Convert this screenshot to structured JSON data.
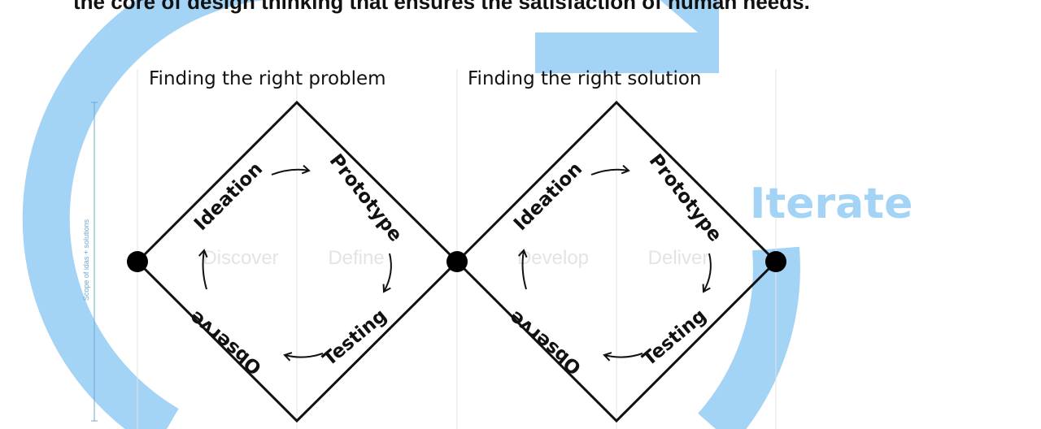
{
  "heading": "the core of design thinking that ensures the satisfaction of human needs.",
  "scope_label": "Scope of idas + solutions",
  "iterate_label": "Iterate",
  "colors": {
    "loop": "#a3d3f5",
    "iterate": "#a3d3f5",
    "ink": "#111111",
    "phase": "#e4e4e4",
    "divider": "#e3e3e3",
    "scope": "#6ea8d6"
  },
  "diamonds": [
    {
      "title": "Finding the right problem",
      "phases": [
        "Discover",
        "Define"
      ],
      "cycle": [
        "Ideation",
        "Prototype",
        "Testing",
        "Observe"
      ]
    },
    {
      "title": "Finding the right solution",
      "phases": [
        "Develop",
        "Deliver"
      ],
      "cycle": [
        "Ideation",
        "Prototype",
        "Testing",
        "Observe"
      ]
    }
  ]
}
